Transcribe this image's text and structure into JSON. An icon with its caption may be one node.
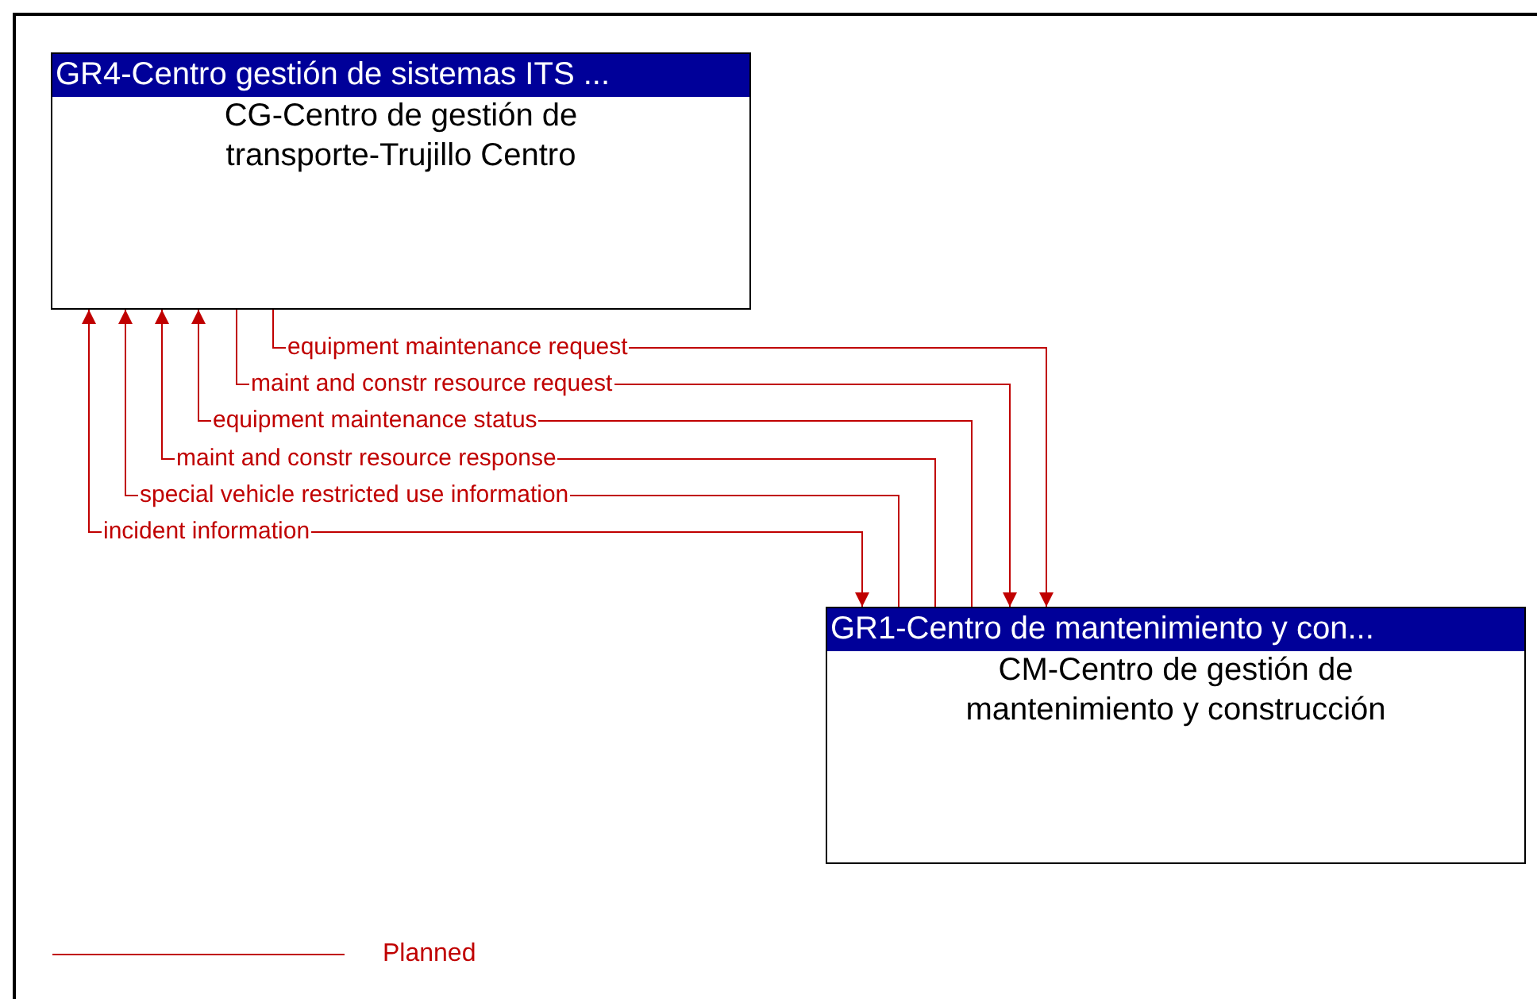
{
  "diagram": {
    "nodes": [
      {
        "text": [
          "GR4-Centro gestión de sistemas ITS ...",
          "CG-Centro de gestión de transporte-Trujillo Centro"
        ]
      },
      {
        "text": [
          "GR1-Centro de mantenimiento y con...",
          "CM-Centro de gestión de mantenimiento y construcción"
        ]
      }
    ],
    "edges": [
      {
        "from": 0,
        "to": 1,
        "arrow": "to",
        "label": "equipment maintenance request"
      },
      {
        "from": 0,
        "to": 1,
        "arrow": "to",
        "label": "maint and constr resource request"
      },
      {
        "from": 1,
        "to": 0,
        "arrow": "to",
        "label": "equipment maintenance status"
      },
      {
        "from": 1,
        "to": 0,
        "arrow": "to",
        "label": "maint and constr resource response"
      },
      {
        "from": 1,
        "to": 0,
        "arrow": "to",
        "label": "special vehicle restricted use information"
      },
      {
        "from": 0,
        "to": 1,
        "arrow": "both",
        "label": "incident information"
      }
    ],
    "legend": [
      {
        "text": "Planned"
      }
    ]
  }
}
